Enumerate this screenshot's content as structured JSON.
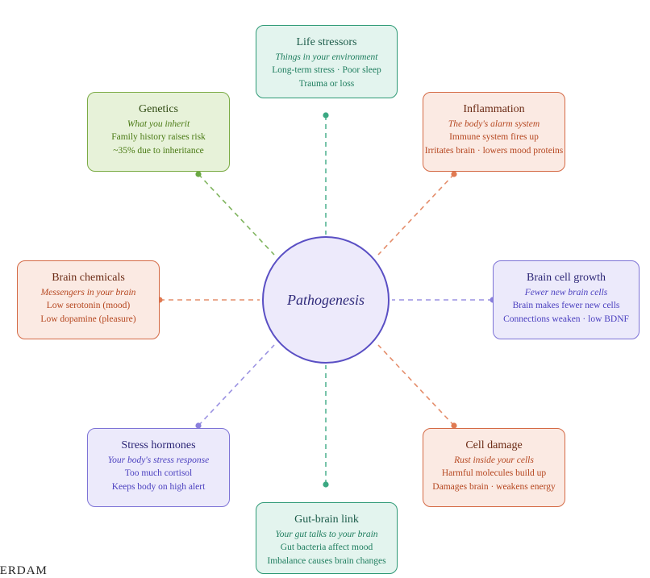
{
  "center": {
    "label": "Pathogenesis"
  },
  "colors": {
    "teal": {
      "bg": "#e3f4ee",
      "border": "#2f9a76",
      "title": "#1d5c4a",
      "sub": "#1e7d5e",
      "dot": "#3aa882"
    },
    "green": {
      "bg": "#e7f2d9",
      "border": "#7bab45",
      "title": "#2f4a12",
      "sub": "#4a7a14",
      "dot": "#6aa843"
    },
    "orange": {
      "bg": "#fbeae3",
      "border": "#d46a45",
      "title": "#6b2a14",
      "sub": "#b5461f",
      "dot": "#e07a52"
    },
    "purple": {
      "bg": "#eceafb",
      "border": "#7d73d6",
      "title": "#2b2575",
      "sub": "#4a3fbf",
      "dot": "#8a80dd"
    }
  },
  "nodes": [
    {
      "id": "life-stressors",
      "color": "teal",
      "title": "Life stressors",
      "subtitle": "Things in your environment",
      "lines": [
        "Long-term stress · Poor sleep",
        "Trauma or loss"
      ]
    },
    {
      "id": "genetics",
      "color": "green",
      "title": "Genetics",
      "subtitle": "What you inherit",
      "lines": [
        "Family history raises risk",
        "~35% due to inheritance"
      ]
    },
    {
      "id": "inflammation",
      "color": "orange",
      "title": "Inflammation",
      "subtitle": "The body's alarm system",
      "lines": [
        "Immune system fires up",
        "Irritates brain · lowers mood proteins"
      ]
    },
    {
      "id": "brain-chemicals",
      "color": "orange",
      "title": "Brain chemicals",
      "subtitle": "Messengers in your brain",
      "lines": [
        "Low serotonin (mood)",
        "Low dopamine (pleasure)"
      ]
    },
    {
      "id": "brain-cell-growth",
      "color": "purple",
      "title": "Brain cell growth",
      "subtitle": "Fewer new brain cells",
      "lines": [
        "Brain makes fewer new cells",
        "Connections weaken · low BDNF"
      ]
    },
    {
      "id": "stress-hormones",
      "color": "purple",
      "title": "Stress hormones",
      "subtitle": "Your body's stress response",
      "lines": [
        "Too much cortisol",
        "Keeps body on high alert"
      ]
    },
    {
      "id": "cell-damage",
      "color": "orange",
      "title": "Cell damage",
      "subtitle": "Rust inside your cells",
      "lines": [
        "Harmful molecules build up",
        "Damages brain · weakens energy"
      ]
    },
    {
      "id": "gut-brain-link",
      "color": "teal",
      "title": "Gut-brain link",
      "subtitle": "Your gut talks to your brain",
      "lines": [
        "Gut bacteria affect mood",
        "Imbalance causes brain changes"
      ]
    }
  ],
  "watermark": "'ERDAM"
}
